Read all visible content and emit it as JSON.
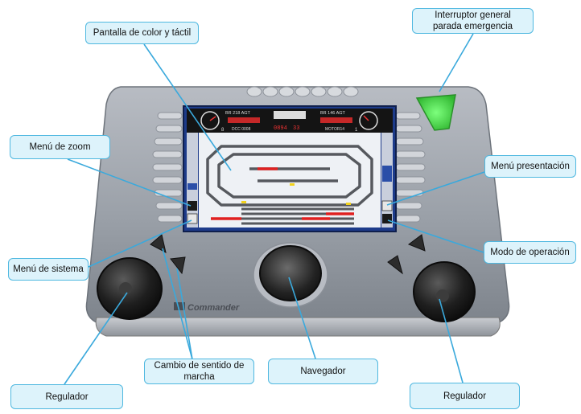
{
  "labels": {
    "pantalla": "Pantalla de color y táctil",
    "interruptor_line1": "Interruptor general",
    "interruptor_line2": "parada emergencia",
    "zoom": "Menú de zoom",
    "presentacion": "Menú presentación",
    "sistema": "Menú de sistema",
    "operacion": "Modo de operación",
    "sentido_line1": "Cambio de sentido de",
    "sentido_line2": "marcha",
    "navegador": "Navegador",
    "regulador_left": "Regulador",
    "regulador_right": "Regulador"
  },
  "brand_logo_text": "Commander",
  "screen": {
    "loco_left_id": "BR 218 AGT",
    "loco_right_id": "BR 146 AGT",
    "address_left": "DCC 0008",
    "address_right": "MOTOR14",
    "speed_left": "8",
    "speed_right": "1",
    "clock_left": "0894",
    "clock_right": "33"
  },
  "colors": {
    "callout_fill": "#ddf3fb",
    "callout_border": "#4fb8e0",
    "leader_line": "#3aa9dc",
    "emergency_button": "#3ecf3e",
    "screen_frame": "#1d3b8a"
  }
}
